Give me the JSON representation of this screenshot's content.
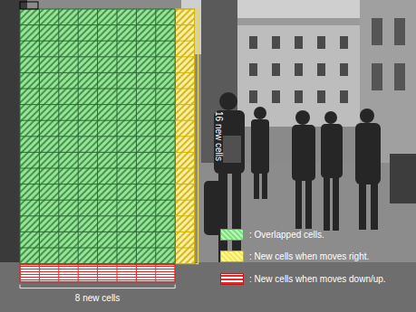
{
  "diagram": {
    "labels": [
      "16 new cells",
      "8 new cells"
    ],
    "legend": [
      {
        "text": ": Overlapped cells.",
        "color": "#8ad98a"
      },
      {
        "text": ": New cells when moves right.",
        "color": "#f6e26a"
      },
      {
        "text": ": New cells when moves down/up.",
        "color": "#e32b2b"
      }
    ]
  }
}
